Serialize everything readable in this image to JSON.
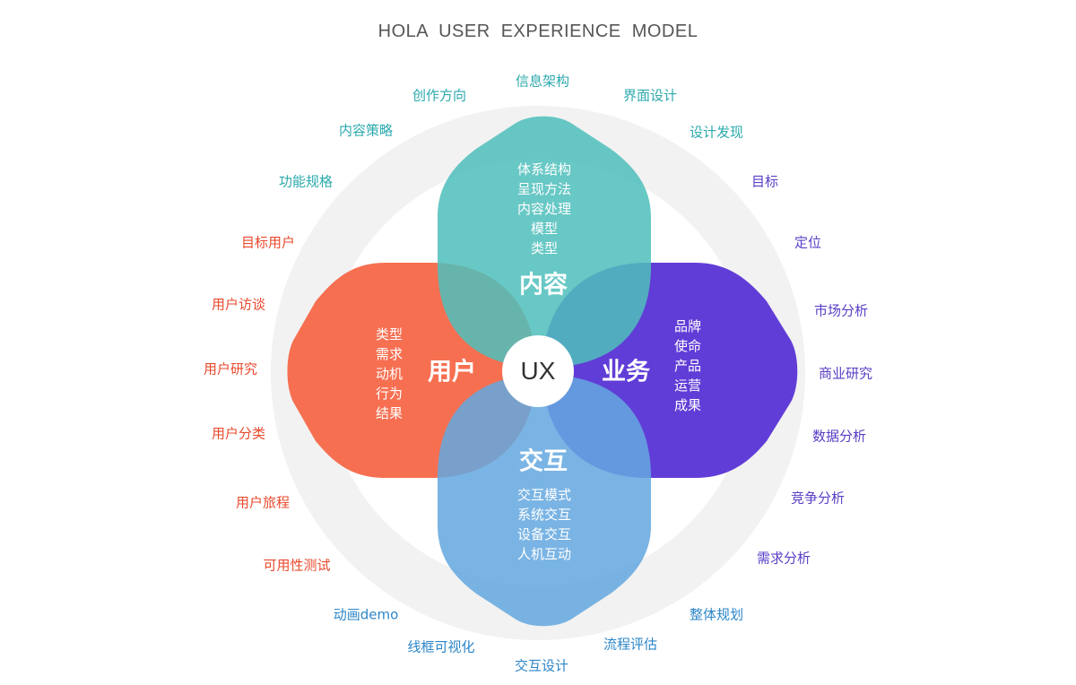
{
  "title": "HOLA  USER EXPERIENCE MODEL",
  "center": "UX",
  "colors": {
    "content": "#4fbfbb",
    "user": "#f6694a",
    "business": "#5b35d5",
    "interaction": "#64a8e0",
    "ring": "#f2f2f2",
    "label_teal": "#2ba9ad",
    "label_blue": "#2c86c9",
    "label_purple": "#5a3ec6",
    "label_red": "#e8492c"
  },
  "petals": {
    "content": {
      "title": "内容",
      "items": [
        "体系结构",
        "呈现方法",
        "内容处理",
        "模型",
        "类型"
      ]
    },
    "user": {
      "title": "用户",
      "items": [
        "类型",
        "需求",
        "动机",
        "行为",
        "结果"
      ]
    },
    "business": {
      "title": "业务",
      "items": [
        "品牌",
        "使命",
        "产品",
        "运营",
        "成果"
      ]
    },
    "interaction": {
      "title": "交互",
      "items": [
        "交互模式",
        "系统交互",
        "设备交互",
        "人机互动"
      ]
    }
  },
  "ring_labels": {
    "top": [
      "创作方向",
      "信息架构",
      "界面设计",
      "设计发现",
      "内容策略",
      "功能规格"
    ],
    "right": [
      "目标",
      "定位",
      "市场分析",
      "商业研究",
      "数据分析",
      "竞争分析",
      "需求分析"
    ],
    "left": [
      "目标用户",
      "用户访谈",
      "用户研究",
      "用户分类",
      "用户旅程",
      "可用性测试"
    ],
    "bottom": [
      "整体规划",
      "流程评估",
      "交互设计",
      "线框可视化",
      "动画demo"
    ]
  }
}
